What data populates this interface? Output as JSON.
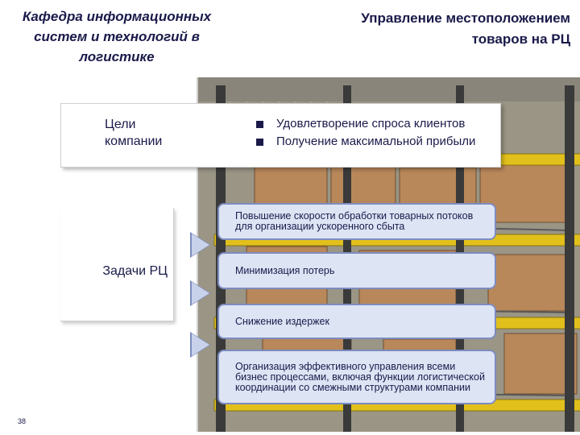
{
  "header": {
    "department": "Кафедра информационных систем и технологий в логистике",
    "title": "Управление местоположением товаров на РЦ"
  },
  "goals": {
    "label": "Цели компании",
    "items": [
      "Удовлетворение спроса клиентов",
      "Получение максимальной прибыли"
    ]
  },
  "tasks": {
    "label": "Задачи РЦ",
    "items": [
      "Повышение скорости обработки товарных потоков для организации ускоренного сбыта",
      "Минимизация потерь",
      "Снижение издержек",
      "Организация эффективного управления всеми бизнес процессами, включая функции логистической координации со смежными структурами компании"
    ]
  },
  "footer": {
    "page_number": "38"
  },
  "colors": {
    "text": "#1a1a4a",
    "card_fill": "#dde4f4",
    "card_border": "#7d8cc0"
  },
  "icons": {
    "bullet": "square-bullet-icon",
    "arrow": "triangle-arrow-icon"
  }
}
